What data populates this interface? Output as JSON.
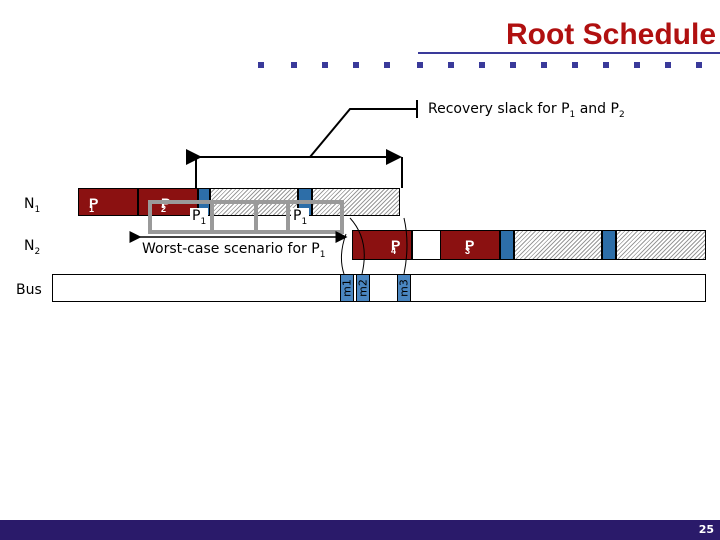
{
  "title": "Root Schedule",
  "recovery": {
    "text": "Recovery slack for P",
    "sub1": "1",
    "and": " and P",
    "sub2": "2"
  },
  "worst": {
    "text": "Worst-case scenario for P",
    "sub": "1"
  },
  "rows": {
    "n1": {
      "text": "N",
      "sub": "1"
    },
    "n2": {
      "text": "N",
      "sub": "2"
    },
    "bus": "Bus"
  },
  "tasks": {
    "p1": {
      "text": "P",
      "sub": "1"
    },
    "p2": {
      "text": "P",
      "sub": "2"
    },
    "p1a": {
      "text": "P",
      "sub": "1"
    },
    "p1b": {
      "text": "P",
      "sub": "1"
    },
    "p4": {
      "text": "P",
      "sub": "4"
    },
    "p3": {
      "text": "P",
      "sub": "3"
    }
  },
  "messages": [
    "m1",
    "m2",
    "m3"
  ],
  "page_number": "25",
  "colors": {
    "title": "#b01010",
    "task": "#8b1111",
    "checkpoint": "#2d6ea8",
    "footer": "#2a1a6a"
  }
}
